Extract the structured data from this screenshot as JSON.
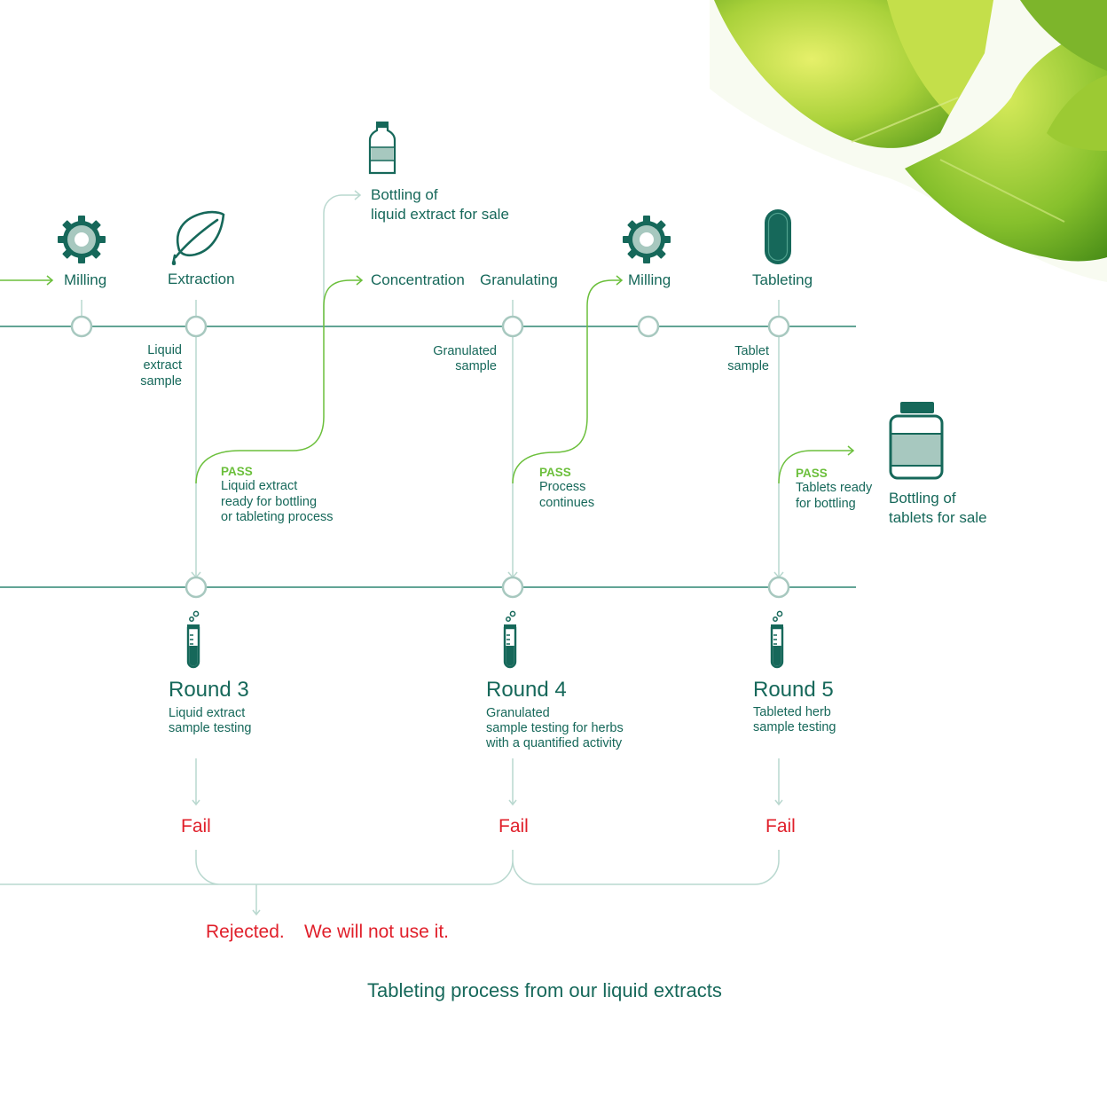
{
  "steps": {
    "milling_1": "Milling",
    "extraction": "Extraction",
    "concentration": "Concentration",
    "granulating": "Granulating",
    "milling_2": "Milling",
    "tableting": "Tableting"
  },
  "samples": {
    "liquid": [
      "Liquid",
      "extract",
      "sample"
    ],
    "granulated": [
      "Granulated",
      "sample"
    ],
    "tablet": [
      "Tablet",
      "sample"
    ]
  },
  "bottling": {
    "liquid": [
      "Bottling of",
      "liquid extract for sale"
    ],
    "tablets": [
      "Bottling of",
      "tablets for sale"
    ]
  },
  "pass": {
    "keyword": "PASS",
    "round3": [
      "Liquid extract",
      "ready for bottling",
      "or tableting process"
    ],
    "round4": [
      "Process",
      "continues"
    ],
    "round5": [
      "Tablets ready",
      "for bottling"
    ]
  },
  "rounds": [
    {
      "title": "Round 3",
      "desc": [
        "Liquid extract",
        "sample testing"
      ]
    },
    {
      "title": "Round 4",
      "desc": [
        "Granulated",
        "sample testing for herbs",
        "with a quantified activity"
      ]
    },
    {
      "title": "Round 5",
      "desc": [
        "Tableted herb",
        "sample testing"
      ]
    }
  ],
  "fail_label": "Fail",
  "rejected": {
    "part1": "Rejected.",
    "part2": "We will not use it."
  },
  "caption": "Tableting process from our liquid extracts",
  "colors": {
    "teal_dark": "#16685a",
    "line_teal": "#2e8672",
    "line_light": "#b9d8cf",
    "pass_green": "#6bbf3b",
    "fail_red": "#e01f2a"
  },
  "icons": [
    "gear-icon",
    "leaf-drop-icon",
    "small-bottle-icon",
    "tablet-icon",
    "jar-icon",
    "test-tube-icon",
    "ginkgo-leaf-image"
  ]
}
